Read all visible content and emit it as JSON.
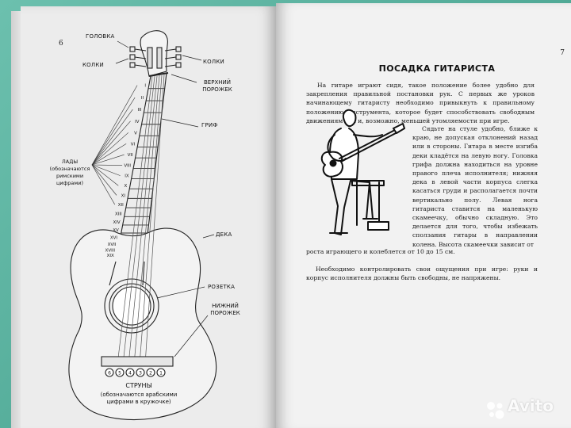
{
  "page_numbers": {
    "left": "6",
    "right": "7"
  },
  "guitar_labels": {
    "golovka": "ГОЛОВКА",
    "kolki_left": "КОЛКИ",
    "kolki_right": "КОЛКИ",
    "verkhniy_porozhek": "ВЕРХНИЙ\nПОРОЖЕК",
    "grif": "ГРИФ",
    "lady": "ЛАДЫ\n(обозначаются\nримскими\nцифрами)",
    "deka": "ДЕКА",
    "rozetka": "РОЗЕТКА",
    "nizhniy_porozhek": "НИЖНИЙ\nПОРОЖЕК",
    "struny_title": "СТРУНЫ",
    "struny_note": "(обозначаются арабскими\nцифрами в кружочке)"
  },
  "fret_numerals": [
    "I",
    "II",
    "III",
    "IV",
    "V",
    "VI",
    "VII",
    "VIII",
    "IX",
    "X",
    "XI",
    "XII",
    "XIII",
    "XIV",
    "XV",
    "XVI",
    "XVII",
    "XVIII",
    "XIX"
  ],
  "string_numbers": [
    "①",
    "②",
    "③",
    "④",
    "⑤",
    "⑥"
  ],
  "section": {
    "heading": "ПОСАДКА ГИТАРИСТА",
    "para1": "На гитаре играют сидя, такое положение более удобно для закрепления правильной постановки рук. С первых же уроков начинающему гитаристу необходимо привыкнуть к правильному положению инструмента, которое будет способствовать свободным движениям рук и, возможно, меньшей утомляемости при игре.",
    "para2": "Сядьте на стуле удобно, ближе к краю, не допуская отклонений назад или в стороны. Гитара в месте изгиба деки кладётся на левую ногу. Головка грифа должна находиться на уровне правого плеча исполнителя; нижняя дека в левой части корпуса слегка касаться груди и располагается почти вертикально полу. Левая нога гитариста ставится на маленькую скамеечку, обычно складную. Это делается для того, чтобы избежать сползания гитары в направлении колена. Высота скамеечки зависит от",
    "para3": "роста играющего и колеблется от 10 до 15 см.",
    "para4": "Необходимо контролировать свои ощущения при игре: руки и корпус исполнителя должны быть свободны, не напряжены."
  },
  "watermark": "Avito"
}
